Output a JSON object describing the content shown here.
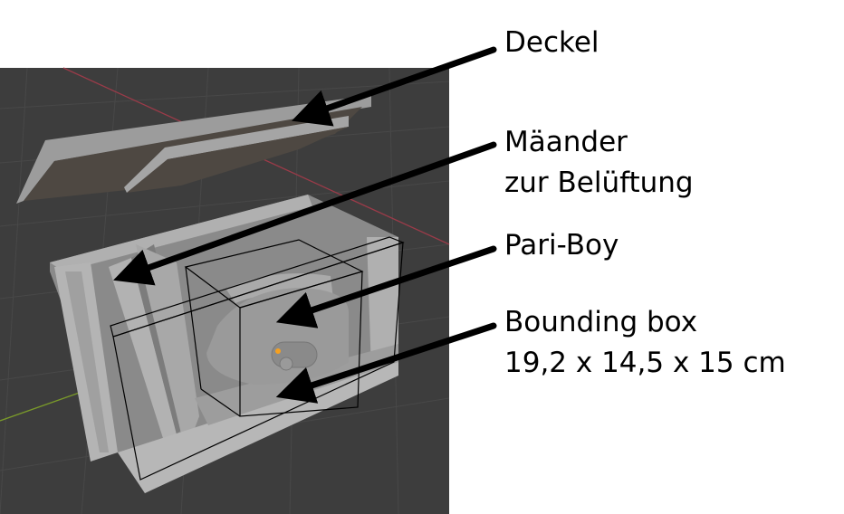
{
  "labels": {
    "lid": "Deckel",
    "meander_line1": "Mäander",
    "meander_line2": "zur Belüftung",
    "device": "Pari-Boy",
    "bbox_line1": "Bounding box",
    "bbox_line2": "19,2 x 14,5 x 15 cm"
  },
  "colors": {
    "viewport_bg": "#3d3d3d",
    "grid": "#4a4a4a",
    "x_axis": "#9b3b49",
    "y_axis": "#7a9a2a",
    "model": "#a8a8a8",
    "arrow": "#000000",
    "origin_dot": "#f5a020"
  }
}
